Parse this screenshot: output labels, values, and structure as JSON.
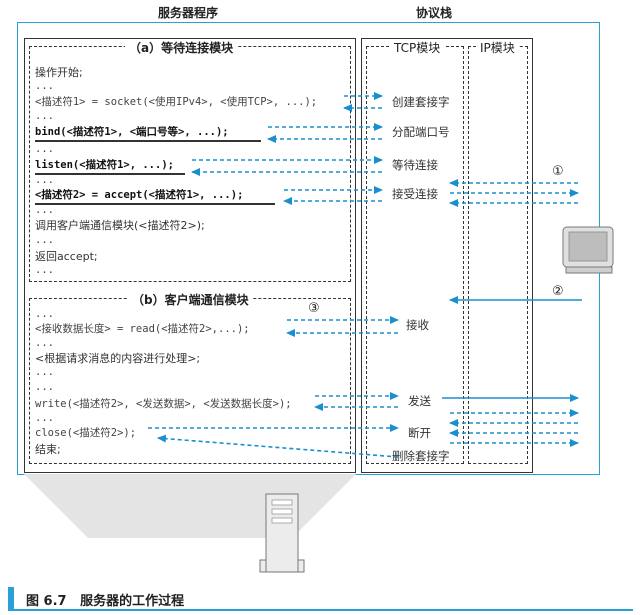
{
  "headers": {
    "server_program": "服务器程序",
    "protocol_stack": "协议栈"
  },
  "section_a": {
    "title": "（a）等待连接模块",
    "lines": [
      "操作开始;",
      "...",
      "<描述符1> = socket(<使用IPv4>, <使用TCP>, ...);",
      "...",
      "bind(<描述符1>, <端口号等>, ...);",
      "...",
      "listen(<描述符1>, ...);",
      "...",
      "<描述符2> = accept(<描述符1>, ...);",
      "...",
      "调用客户端通信模块(<描述符2>);",
      "...",
      "返回accept;",
      "..."
    ]
  },
  "section_b": {
    "title": "（b）客户端通信模块",
    "lines": [
      "...",
      "<接收数据长度> = read(<描述符2>,...);",
      "...",
      "<根据请求消息的内容进行处理>;",
      "...",
      "...",
      "write(<描述符2>, <发送数据>, <发送数据长度>);",
      "...",
      "close(<描述符2>);",
      "结束;"
    ]
  },
  "stack": {
    "tcp_title": "TCP模块",
    "ip_title": "IP模块",
    "ops": [
      "创建套接字",
      "分配端口号",
      "等待连接",
      "接受连接",
      "接收",
      "发送",
      "断开",
      "删除套接字"
    ]
  },
  "markers": [
    "①",
    "②",
    "③"
  ],
  "caption": {
    "label": "图 6.7",
    "text": "服务器的工作过程"
  },
  "colors": {
    "accent": "#2aa0d8",
    "arrow": "#1a8fd0"
  }
}
